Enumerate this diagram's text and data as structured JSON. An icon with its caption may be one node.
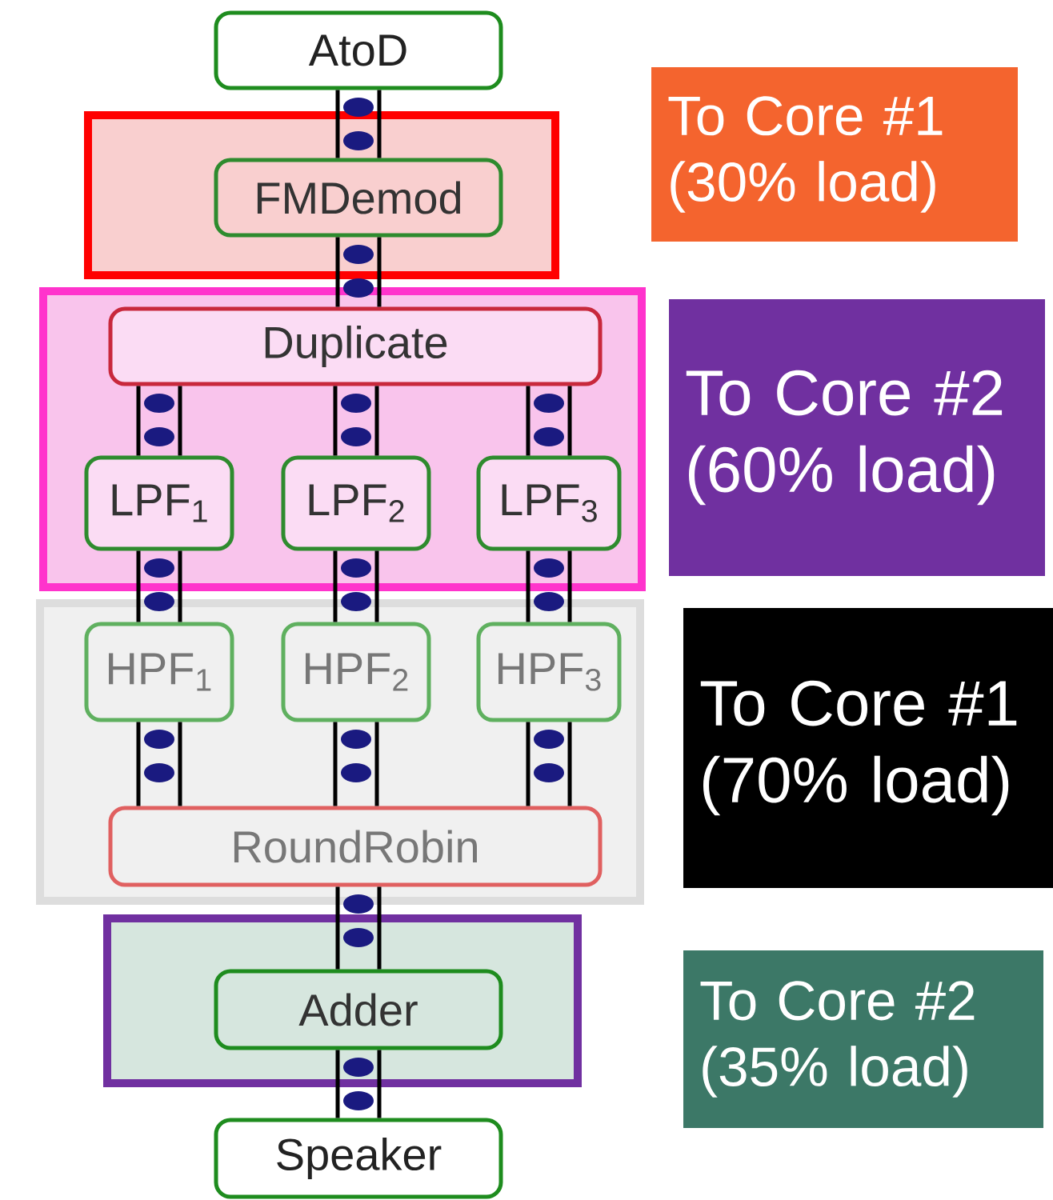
{
  "diagram": {
    "nodes": [
      {
        "text": [
          "AtoD"
        ]
      },
      {
        "text": [],
        "shape": "box"
      },
      {
        "text": [
          "FMDemod"
        ],
        "in": 1
      },
      {
        "text": [
          "To Core #1 (30% load)"
        ]
      },
      {
        "text": [],
        "shape": "box"
      },
      {
        "text": [
          "Duplicate"
        ],
        "in": 4
      },
      {
        "text": [
          "LPF$_{1}$"
        ],
        "in": 4
      },
      {
        "text": [
          "LPF$_{2}$"
        ],
        "in": 4
      },
      {
        "text": [
          "LPF$_{3}$"
        ],
        "in": 4
      },
      {
        "text": [
          "To Core #2 (60% load)"
        ]
      },
      {
        "text": [],
        "shape": "box"
      },
      {
        "text": [
          "HPF$_{1}$"
        ],
        "in": 10
      },
      {
        "text": [
          "HPF$_{2}$"
        ],
        "in": 10
      },
      {
        "text": [
          "HPF$_{3}$"
        ],
        "in": 10
      },
      {
        "text": [
          "RoundRobin"
        ],
        "in": 10
      },
      {
        "text": [
          "To Core #1 (70% load)"
        ]
      },
      {
        "text": [],
        "shape": "box"
      },
      {
        "text": [
          "Adder"
        ],
        "in": 16
      },
      {
        "text": [
          "To Core #2 (35% load)"
        ]
      },
      {
        "text": [
          "Speaker"
        ]
      }
    ],
    "edges": [
      {
        "from": 0,
        "to": 2,
        "arrow": "none"
      },
      {
        "from": 2,
        "to": 5,
        "arrow": "none"
      },
      {
        "from": 5,
        "to": 6,
        "arrow": "none"
      },
      {
        "from": 5,
        "to": 7,
        "arrow": "none"
      },
      {
        "from": 5,
        "to": 8,
        "arrow": "none"
      },
      {
        "from": 6,
        "to": 11,
        "arrow": "none"
      },
      {
        "from": 7,
        "to": 12,
        "arrow": "none"
      },
      {
        "from": 8,
        "to": 13,
        "arrow": "none"
      },
      {
        "from": 11,
        "to": 14,
        "arrow": "none"
      },
      {
        "from": 12,
        "to": 14,
        "arrow": "none"
      },
      {
        "from": 13,
        "to": 14,
        "arrow": "none"
      },
      {
        "from": 14,
        "to": 17,
        "arrow": "none"
      },
      {
        "from": 17,
        "to": 19,
        "arrow": "none"
      }
    ]
  }
}
